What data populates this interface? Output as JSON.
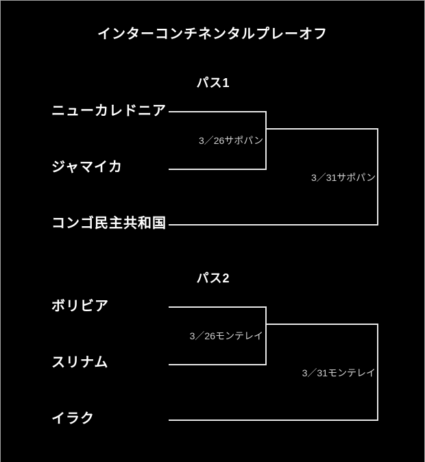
{
  "title": "インターコンチネンタルプレーオフ",
  "colors": {
    "background": "#000000",
    "border": "#a6a6a6",
    "bracket_line": "#e8e8e8",
    "team_text": "#ffffff",
    "match_label_text": "#d0d0d0"
  },
  "paths": [
    {
      "header": "パス1",
      "team1": "ニューカレドニア",
      "team2": "ジャマイカ",
      "team3": "コンゴ民主共和国",
      "semifinal_label": "3／26サポパン",
      "final_label": "3／31サポパン"
    },
    {
      "header": "パス2",
      "team1": "ボリビア",
      "team2": "スリナム",
      "team3": "イラク",
      "semifinal_label": "3／26モンテレイ",
      "final_label": "3／31モンテレイ"
    }
  ]
}
